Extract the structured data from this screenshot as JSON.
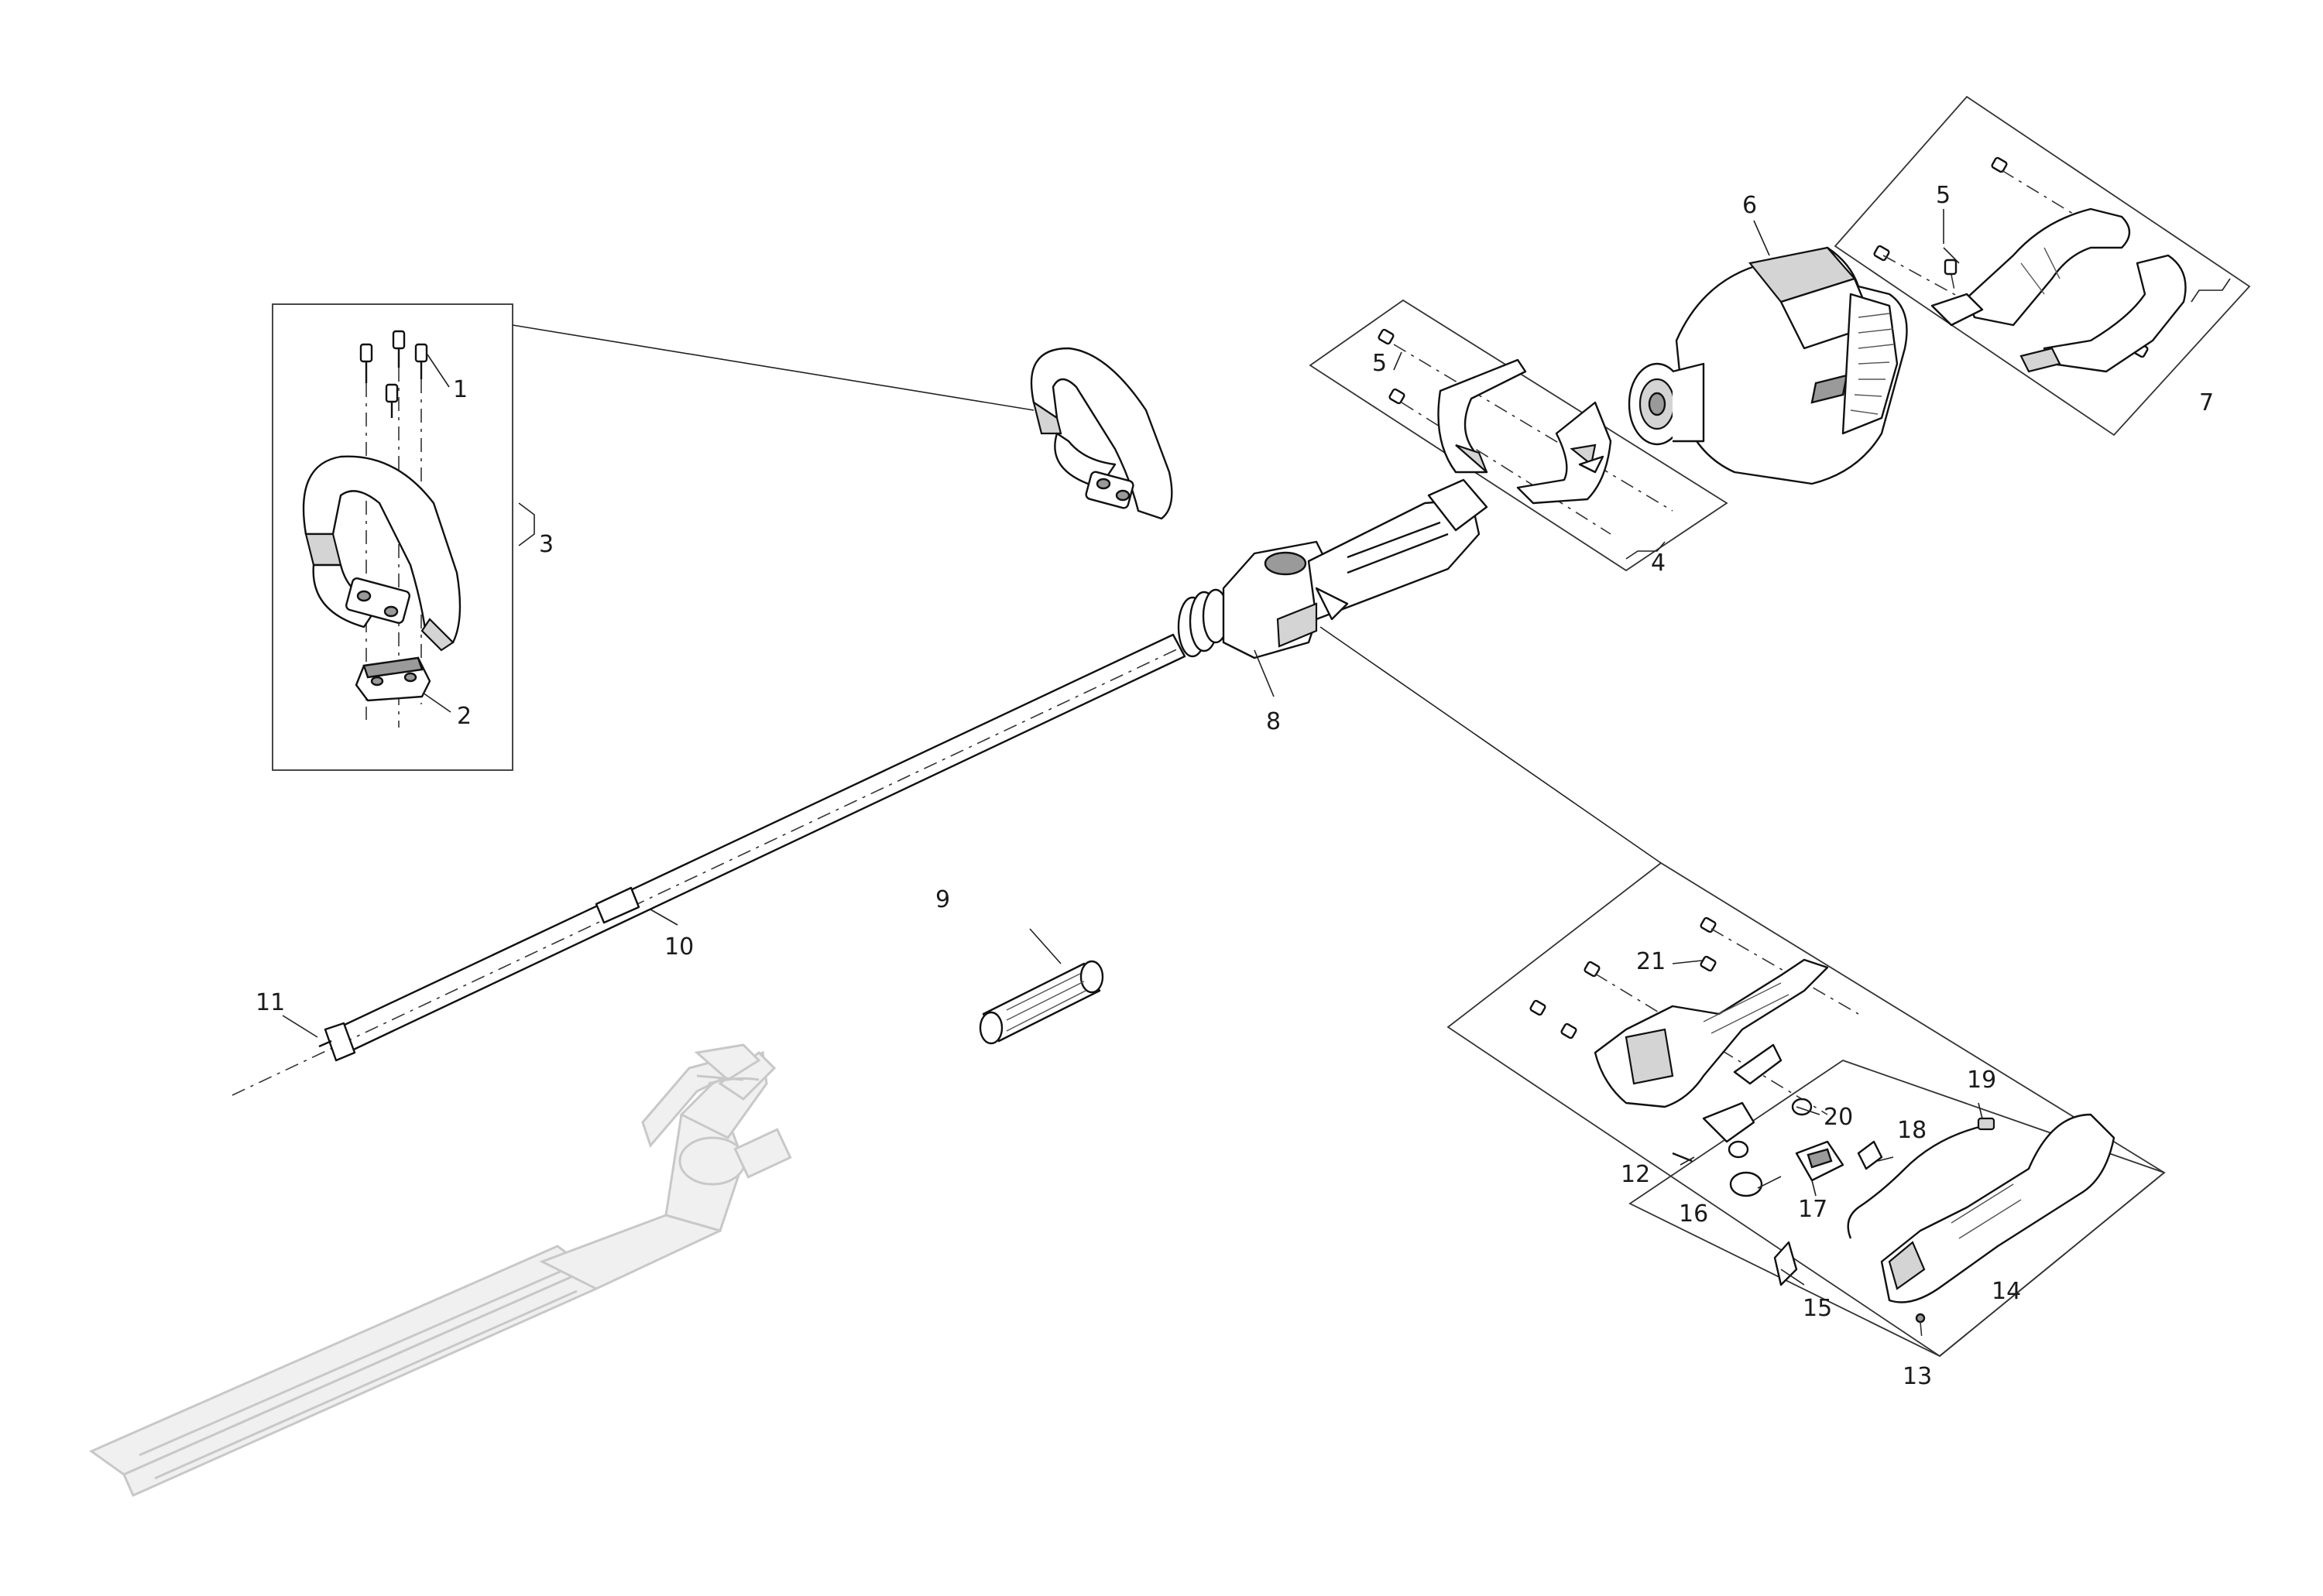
{
  "diagram": {
    "type": "exploded-parts-view",
    "callouts": [
      "1",
      "2",
      "3",
      "4",
      "5",
      "5",
      "6",
      "7",
      "8",
      "9",
      "10",
      "11",
      "12",
      "13",
      "14",
      "15",
      "16",
      "17",
      "18",
      "19",
      "20",
      "21"
    ]
  }
}
